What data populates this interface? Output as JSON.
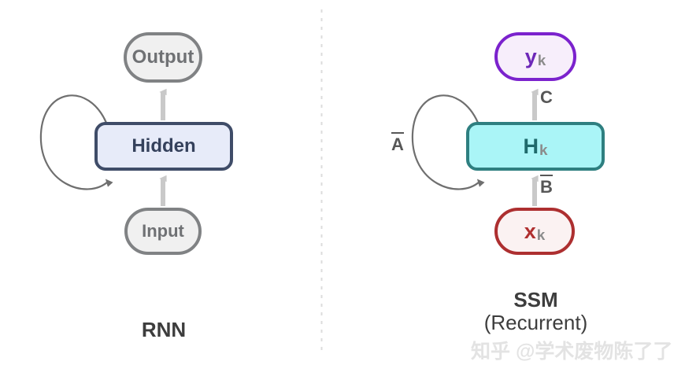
{
  "figure": {
    "background_color": "#ffffff",
    "divider": {
      "name": "vertical-dashed-divider",
      "color": "#dcdcdc"
    }
  },
  "left_panel": {
    "caption": "RNN",
    "nodes": [
      {
        "id": "output",
        "label": "Output",
        "border_color": "#808284",
        "fill_color": "#f0f0f0",
        "text_color": "#6f7174"
      },
      {
        "id": "hidden",
        "label": "Hidden",
        "border_color": "#3f4c68",
        "fill_color": "#e7ebf9",
        "text_color": "#35415c"
      },
      {
        "id": "input",
        "label": "Input",
        "border_color": "#808284",
        "fill_color": "#f0f0f0",
        "text_color": "#6f7174"
      }
    ],
    "edges": [
      {
        "id": "input-to-hidden",
        "label": "",
        "color": "#c9c9c9"
      },
      {
        "id": "hidden-to-output",
        "label": "",
        "color": "#c9c9c9"
      },
      {
        "id": "hidden-recurrent-loop",
        "label": "",
        "color": "#6f6f6f"
      }
    ]
  },
  "right_panel": {
    "caption_main": "SSM",
    "caption_subtitle": "(Recurrent)",
    "nodes": [
      {
        "id": "yk",
        "base": "y",
        "subscript": "k",
        "border_color": "#7b22cd",
        "fill_color": "#f7eefb",
        "text_color": "#6d28b8"
      },
      {
        "id": "hk",
        "base": "H",
        "subscript": "k",
        "border_color": "#2e7f80",
        "fill_color": "#aaf5f7",
        "text_color": "#1f6a6c"
      },
      {
        "id": "xk",
        "base": "x",
        "subscript": "k",
        "border_color": "#ad2f30",
        "fill_color": "#fbf2f2",
        "text_color": "#b03030"
      }
    ],
    "matrix_labels": [
      {
        "id": "A",
        "symbol": "A",
        "overline": true,
        "description": "state-transition-matrix"
      },
      {
        "id": "B",
        "symbol": "B",
        "overline": true,
        "description": "input-matrix"
      },
      {
        "id": "C",
        "symbol": "C",
        "overline": false,
        "description": "output-matrix"
      }
    ],
    "edges": [
      {
        "id": "xk-to-hk",
        "label": "B",
        "color": "#c9c9c9"
      },
      {
        "id": "hk-to-yk",
        "label": "C",
        "color": "#c9c9c9"
      },
      {
        "id": "hk-recurrent-loop",
        "label": "A",
        "color": "#6f6f6f"
      }
    ]
  },
  "watermark": {
    "text": "知乎 @学术废物陈了了",
    "color": "#e3e3e3"
  }
}
